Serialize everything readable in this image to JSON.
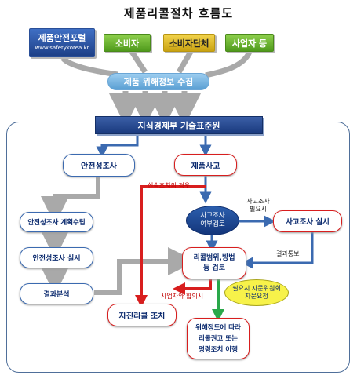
{
  "title": "제품리콜절차 흐름도",
  "sources": {
    "portal_name": "제품안전포털",
    "portal_url": "www.safetykorea.kr",
    "consumer": "소비자",
    "consumer_group": "소비자단체",
    "business": "사업자 등"
  },
  "collect_label": "제품 위해정보 수집",
  "agency_label": "지식경제부 기술표준원",
  "left_branch": {
    "survey": "안전성조사",
    "plan": "안전성조사 계획수립",
    "execute": "안전성조사 실시",
    "analysis": "결과분석"
  },
  "right_branch": {
    "accident": "제품사고",
    "urgent_note": "신속조치의 경우",
    "review": "사고조사\n여부검토",
    "investigate_note": "사고조사\n필요시",
    "investigate": "사고조사 실시",
    "result_note": "결과통보",
    "scope_review": "리콜범위,방법\n등 검토",
    "agreement_note": "사업자와 합의시",
    "committee": "필요시 자문위원회\n자문요청",
    "voluntary_recall": "자진리콜 조치",
    "final_action": "위해정도에 따라\n리콜권고 또는\n명령조치 이행"
  },
  "colors": {
    "blue_dark": "#1d3f86",
    "blue_arrow": "#3b6ab0",
    "red": "#d81e1e",
    "green": "#2aa84a",
    "gray_arrow": "#a9a9a9",
    "yellow": "#f7f24a"
  }
}
